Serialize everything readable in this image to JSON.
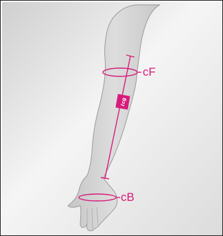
{
  "diagram": {
    "measurements": [
      {
        "id": "cF",
        "label": "cF"
      },
      {
        "id": "cB",
        "label": "cB"
      }
    ],
    "badge": {
      "text": "ℓcg"
    },
    "colors": {
      "accent": "#d81b7a",
      "arm_fill": "#d4d4d4",
      "arm_stroke": "#9a9a9a",
      "background_light": "#f4f4f4",
      "background_dark": "#cfcfcf"
    }
  }
}
